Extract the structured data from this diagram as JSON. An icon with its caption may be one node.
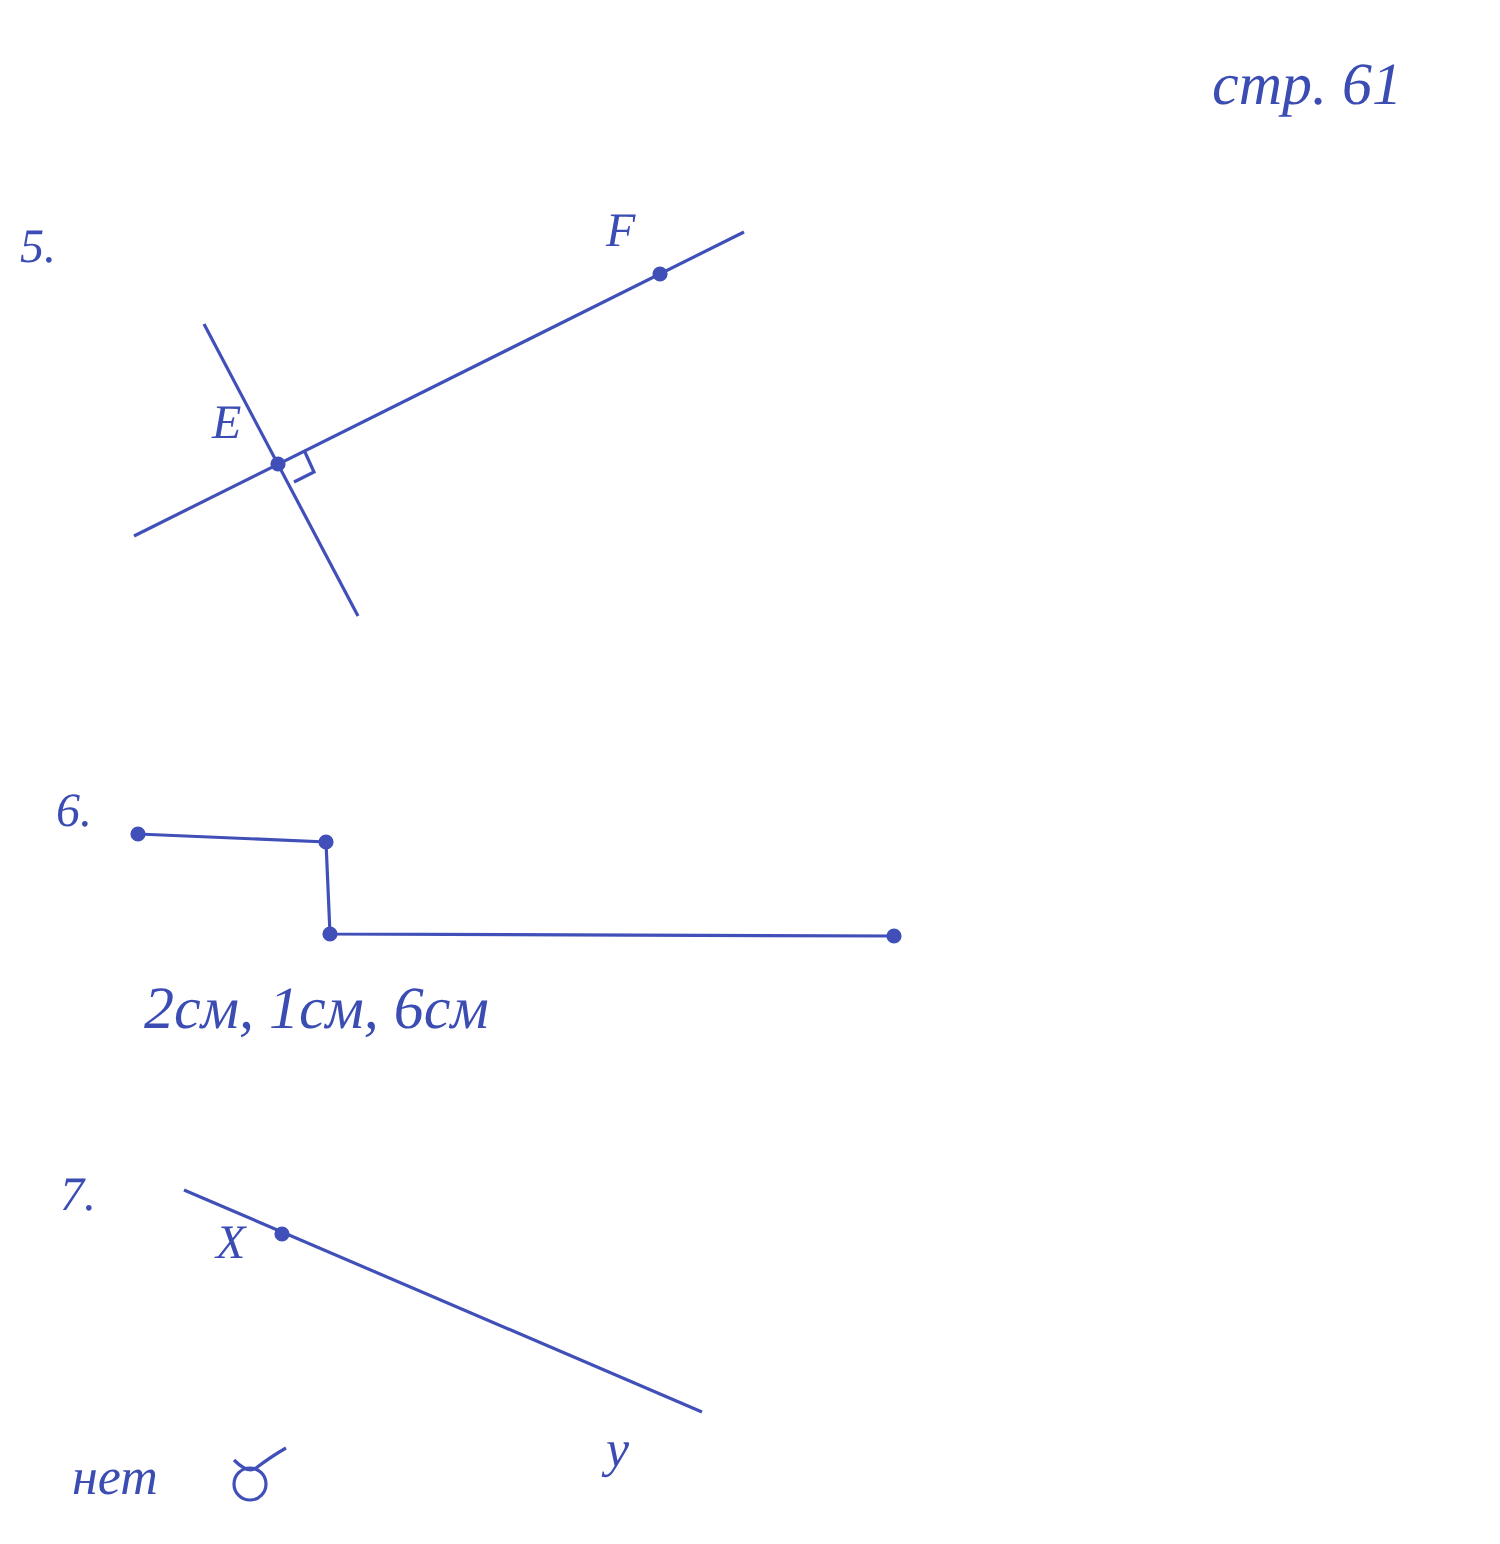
{
  "diagram": {
    "labels": [
      "стр. 61",
      "5.",
      "F",
      "E",
      "6.",
      "2см, 1см, 6см",
      "7.",
      "X",
      "y",
      "нет"
    ]
  }
}
